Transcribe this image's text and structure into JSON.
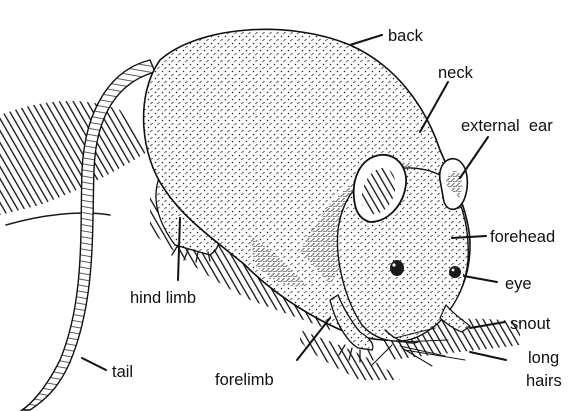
{
  "labels": {
    "back": "back",
    "neck": "neck",
    "external_ear": "external  ear",
    "forehead": "forehead",
    "eye": "eye",
    "snout": "snout",
    "long_hairs_line1": "long",
    "long_hairs_line2": "hairs",
    "hind_limb": "hind limb",
    "tail": "tail",
    "forelimb": "forelimb"
  },
  "ink_color": "#111111"
}
